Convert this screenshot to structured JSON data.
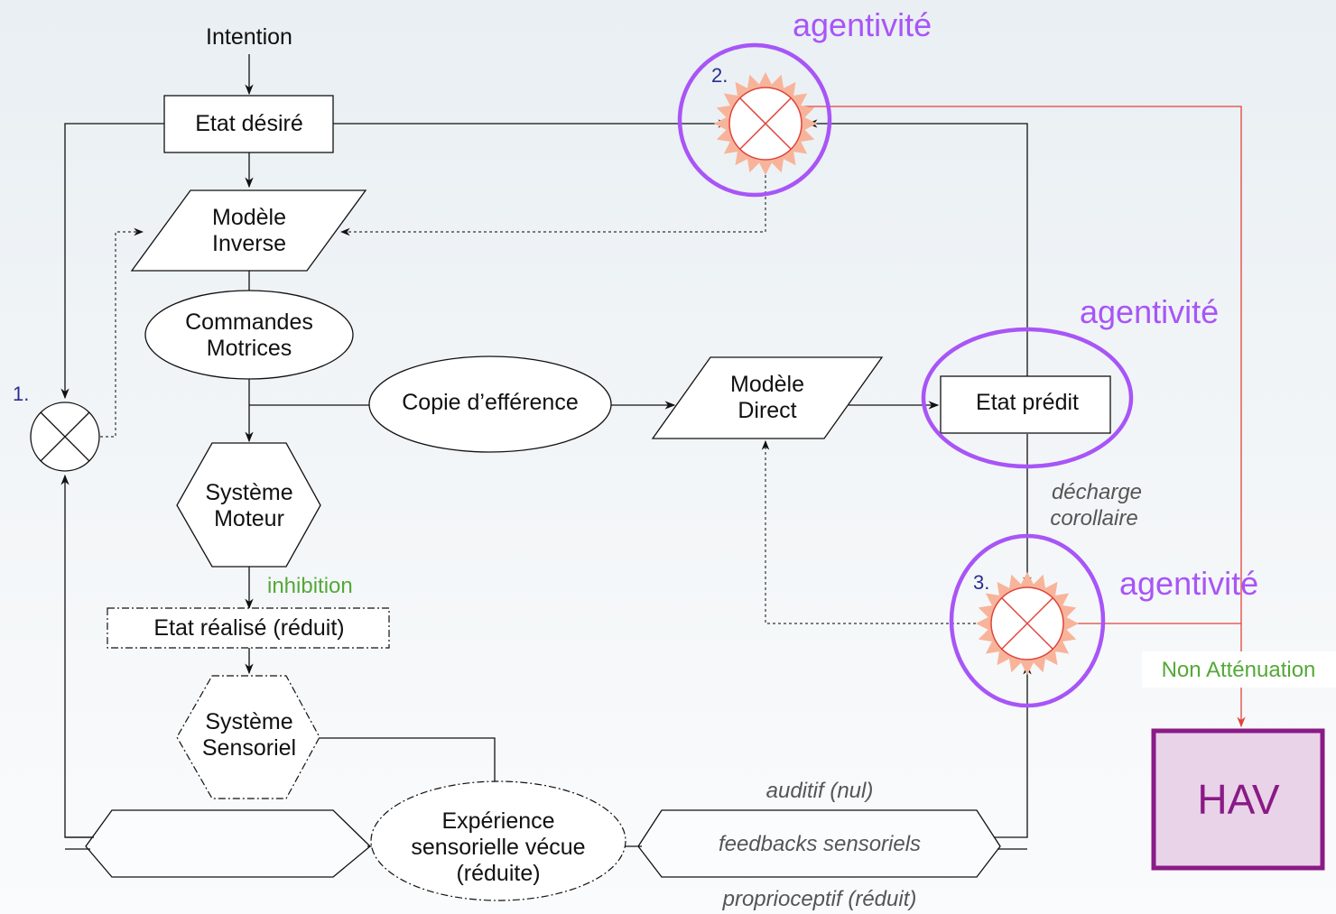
{
  "nodes": {
    "intention": "Intention",
    "etat_desire": "Etat désiré",
    "modele_inverse": [
      "Modèle",
      "Inverse"
    ],
    "commandes_motrices": [
      "Commandes",
      "Motrices"
    ],
    "copie_efference": "Copie d’efférence",
    "modele_direct": [
      "Modèle",
      "Direct"
    ],
    "etat_predit": "Etat prédit",
    "systeme_moteur": [
      "Système",
      "Moteur"
    ],
    "etat_realise": "Etat réalisé (réduit)",
    "systeme_sensoriel": [
      "Système",
      "Sensoriel"
    ],
    "experience": [
      "Expérience",
      "sensorielle vécue",
      "(réduite)"
    ],
    "hav": "HAV"
  },
  "labels": {
    "num1": "1.",
    "num2": "2.",
    "num3": "3.",
    "agentivite": "agentivité",
    "inhibition": "inhibition",
    "non_attenuation": "Non Atténuation",
    "decharge": [
      "décharge",
      "corollaire"
    ],
    "auditif": "auditif (nul)",
    "feedbacks": "feedbacks sensoriels",
    "proprioceptif": "proprioceptif (réduit)"
  },
  "colors": {
    "purple": "#a855f7",
    "hav_border": "#8a1a86",
    "hav_fill": "#e9d3e8",
    "comparator_glow": "#f8b49a",
    "red_line": "#e0443a",
    "green": "#55a838",
    "number_blue": "#2a2d8f"
  },
  "icons": [
    "comparator-icon",
    "arrow-icon"
  ]
}
